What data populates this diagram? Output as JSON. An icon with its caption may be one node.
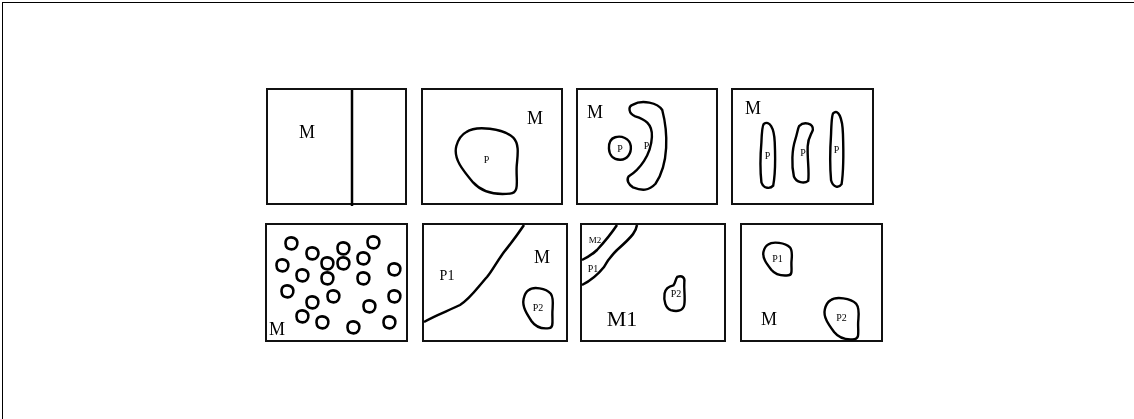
{
  "diagram": {
    "nodes": [
      {
        "text": [
          "M"
        ]
      },
      {
        "text": [
          "M"
        ]
      },
      {
        "text": [
          "P"
        ],
        "in": 1
      },
      {
        "text": [
          "M"
        ]
      },
      {
        "text": [
          "P"
        ],
        "in": 3
      },
      {
        "text": [
          "P"
        ],
        "in": 3
      },
      {
        "text": [
          "M"
        ]
      },
      {
        "text": [
          "P"
        ],
        "in": 6
      },
      {
        "text": [
          "P"
        ],
        "in": 6
      },
      {
        "text": [
          "P"
        ],
        "in": 6
      },
      {
        "text": [
          "M"
        ]
      },
      {
        "text": [],
        "shape": "circle",
        "in": 10
      },
      {
        "text": [],
        "shape": "circle",
        "in": 10
      },
      {
        "text": [],
        "shape": "circle",
        "in": 10
      },
      {
        "text": [],
        "shape": "circle",
        "in": 10
      },
      {
        "text": [],
        "shape": "circle",
        "in": 10
      },
      {
        "text": [],
        "shape": "circle",
        "in": 10
      },
      {
        "text": [],
        "shape": "circle",
        "in": 10
      },
      {
        "text": [],
        "shape": "circle",
        "in": 10
      },
      {
        "text": [],
        "shape": "circle",
        "in": 10
      },
      {
        "text": [],
        "shape": "circle",
        "in": 10
      },
      {
        "text": [],
        "shape": "circle",
        "in": 10
      },
      {
        "text": [],
        "shape": "circle",
        "in": 10
      },
      {
        "text": [],
        "shape": "circle",
        "in": 10
      },
      {
        "text": [],
        "shape": "circle",
        "in": 10
      },
      {
        "text": [],
        "shape": "circle",
        "in": 10
      },
      {
        "text": [],
        "shape": "circle",
        "in": 10
      },
      {
        "text": [],
        "shape": "circle",
        "in": 10
      },
      {
        "text": [],
        "shape": "circle",
        "in": 10
      },
      {
        "text": [],
        "shape": "circle",
        "in": 10
      },
      {
        "text": [],
        "shape": "circle",
        "in": 10
      },
      {
        "text": [],
        "shape": "circle",
        "in": 10
      },
      {
        "text": [
          "P1",
          "M"
        ]
      },
      {
        "text": [
          "P2"
        ],
        "in": 32
      },
      {
        "text": [
          "M2",
          "P1",
          "M1"
        ]
      },
      {
        "text": [
          "P2"
        ],
        "in": 34
      },
      {
        "text": [
          "M"
        ]
      },
      {
        "text": [
          "P1"
        ],
        "in": 36
      },
      {
        "text": [
          "P2"
        ],
        "in": 36
      }
    ]
  }
}
